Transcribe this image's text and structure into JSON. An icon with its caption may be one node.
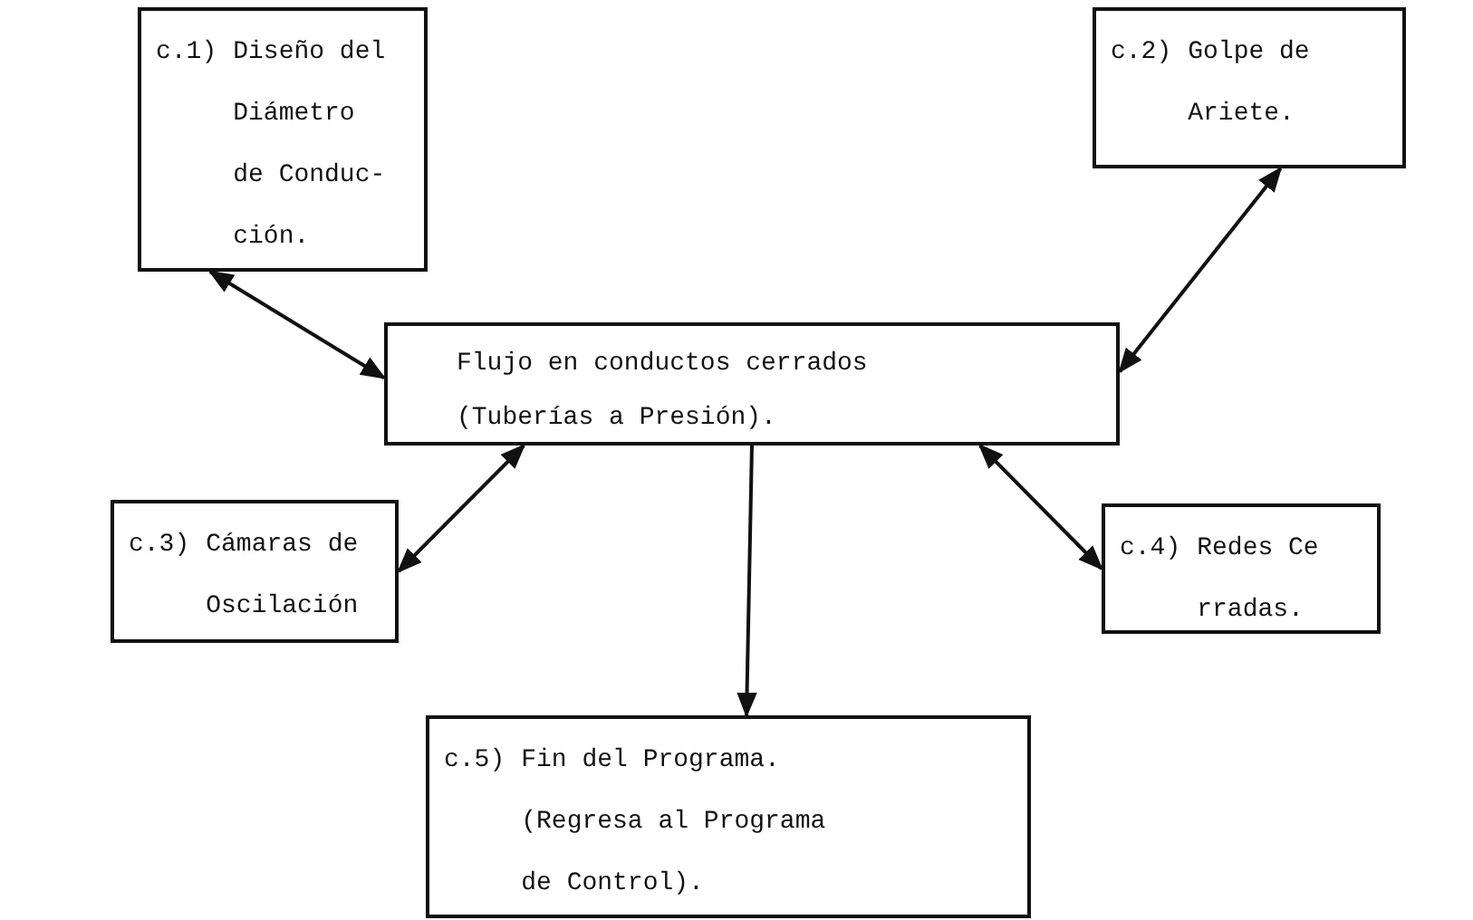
{
  "diagram": {
    "nodes": [
      {
        "text": [
          "c.1)",
          "Diseño del Diámetro de Conduc- ción."
        ]
      },
      {
        "text": [
          "c.2)",
          "Golpe de Ariete."
        ]
      },
      {
        "text": [
          "Flujo en conductos cerrados (Tuberías a Presión)."
        ]
      },
      {
        "text": [
          "c.3)",
          "Cámaras de Oscilación"
        ]
      },
      {
        "text": [
          "c.4)",
          "Redes Ce rradas."
        ]
      },
      {
        "text": [
          "c.5)",
          "Fin del Programa. (Regresa al Programa de Control)."
        ]
      }
    ],
    "edges": [
      {
        "from": 2,
        "to": 0,
        "arrow": "both"
      },
      {
        "from": 2,
        "to": 1,
        "arrow": "both"
      },
      {
        "from": 2,
        "to": 3,
        "arrow": "both"
      },
      {
        "from": 2,
        "to": 4,
        "arrow": "both"
      },
      {
        "from": 2,
        "to": 5,
        "arrow": "to"
      }
    ]
  }
}
